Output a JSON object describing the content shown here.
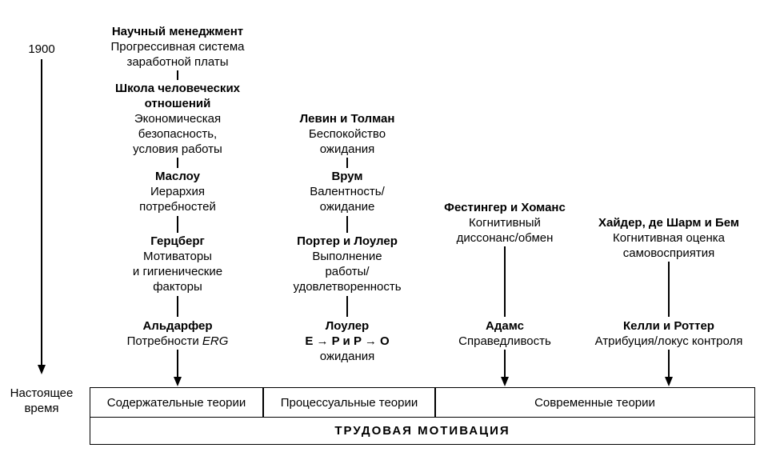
{
  "timeline": {
    "start": "1900",
    "end_line1": "Настоящее",
    "end_line2": "время"
  },
  "content": {
    "scientific": {
      "name": "Научный менеджмент",
      "d1": "Прогрессивная система",
      "d2": "заработной платы"
    },
    "human": {
      "name1": "Школа человеческих",
      "name2": "отношений",
      "d1": "Экономическая",
      "d2": "безопасность,",
      "d3": "условия работы"
    },
    "maslow": {
      "name": "Маслоу",
      "d1": "Иерархия",
      "d2": "потребностей"
    },
    "herzberg": {
      "name": "Герцберг",
      "d1": "Мотиваторы",
      "d2": "и гигиенические",
      "d3": "факторы"
    },
    "alderfer": {
      "name": "Альдарфер",
      "d1": "Потребности",
      "d1_em": "ERG"
    }
  },
  "process": {
    "lewin": {
      "name": "Левин и Толман",
      "d1": "Беспокойство",
      "d2": "ожидания"
    },
    "vroom": {
      "name": "Врум",
      "d1": "Валентность/",
      "d2": "ожидание"
    },
    "porter": {
      "name": "Портер и Лоулер",
      "d1": "Выполнение",
      "d2": "работы/",
      "d3": "удовлетворенность"
    },
    "lawler": {
      "name": "Лоулер",
      "formula": "E → P и P → O",
      "d2": "ожидания"
    }
  },
  "modern1": {
    "festinger": {
      "name": "Фестингер и Хоманс",
      "d1": "Когнитивный",
      "d2": "диссонанс/обмен"
    },
    "adams": {
      "name": "Адамс",
      "d1": "Справедливость"
    }
  },
  "modern2": {
    "heider": {
      "name": "Хайдер, де Шарм и Бем",
      "d1": "Когнитивная оценка",
      "d2": "самовосприятия"
    },
    "kelley": {
      "name": "Келли и Роттер",
      "d1": "Атрибуция/локус контроля"
    }
  },
  "categories": {
    "content": "Содержательные теории",
    "process": "Процессуальные теории",
    "modern": "Современные теории"
  },
  "footer": {
    "title": "ТРУДОВАЯ МОТИВАЦИЯ"
  }
}
